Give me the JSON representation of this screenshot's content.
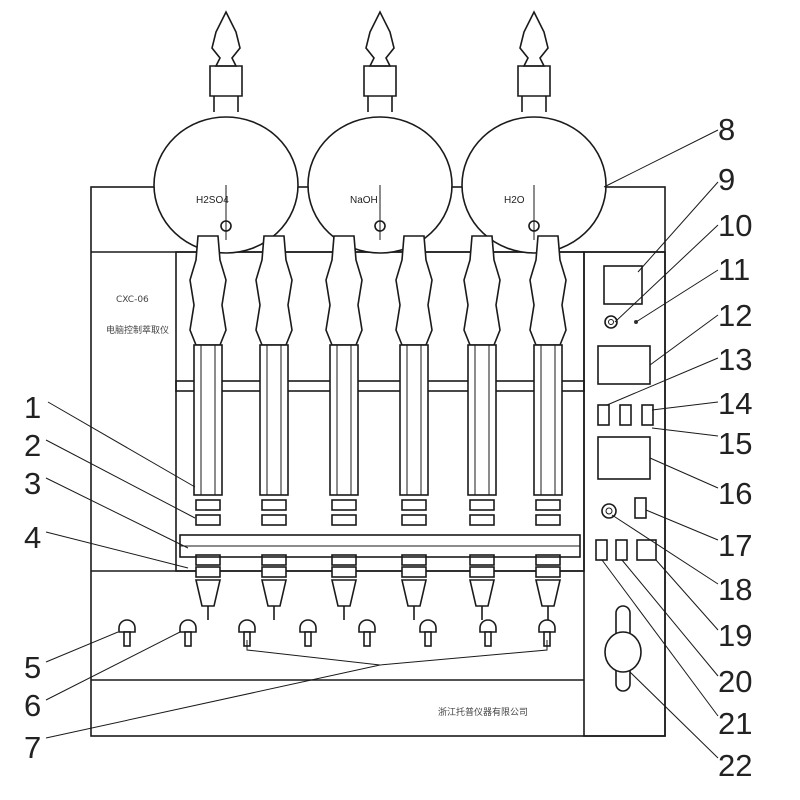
{
  "flasks": [
    {
      "label": "H2SO4"
    },
    {
      "label": "NaOH"
    },
    {
      "label": "H2O"
    }
  ],
  "panel_text": {
    "model": "CXC-06",
    "name": "电脑控制萃取仪"
  },
  "footer_text": "浙江托普仪器有限公司",
  "callouts": [
    {
      "n": "1"
    },
    {
      "n": "2"
    },
    {
      "n": "3"
    },
    {
      "n": "4"
    },
    {
      "n": "5"
    },
    {
      "n": "6"
    },
    {
      "n": "7"
    },
    {
      "n": "8"
    },
    {
      "n": "9"
    },
    {
      "n": "10"
    },
    {
      "n": "11"
    },
    {
      "n": "12"
    },
    {
      "n": "13"
    },
    {
      "n": "14"
    },
    {
      "n": "15"
    },
    {
      "n": "16"
    },
    {
      "n": "17"
    },
    {
      "n": "18"
    },
    {
      "n": "19"
    },
    {
      "n": "20"
    },
    {
      "n": "21"
    },
    {
      "n": "22"
    }
  ]
}
